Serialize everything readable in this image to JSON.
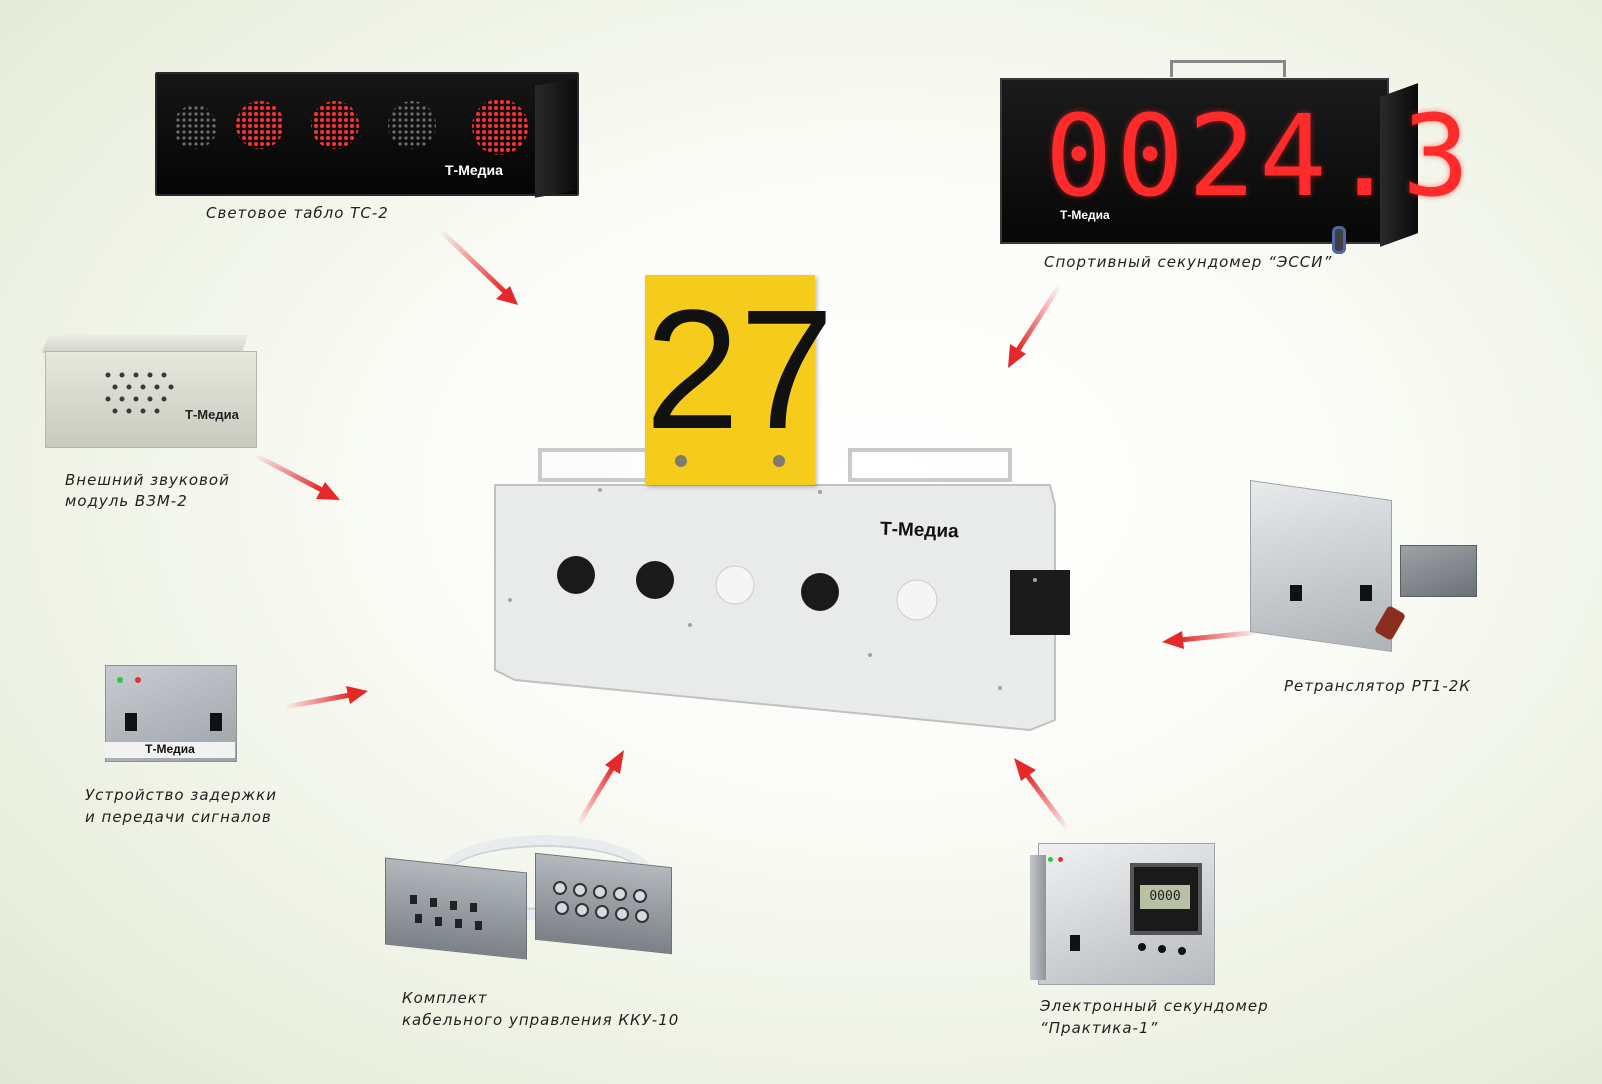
{
  "colors": {
    "arrow": "#e5282a",
    "led_red": "#ff2a2a",
    "sign_yellow": "#f5cc1c",
    "brand_text": "#111111"
  },
  "center_device": {
    "sign_number": "27",
    "brand": "Т-Медиа"
  },
  "devices": {
    "traffic_light": {
      "caption": "Световое табло ТС-2",
      "brand": "Т-Медиа"
    },
    "stopwatch_board": {
      "caption": "Спортивный секундомер “ЭССИ”",
      "brand": "Т-Медиа",
      "display": "0024.3"
    },
    "sound_module": {
      "caption_line1": "Внешний звуковой",
      "caption_line2": "модуль ВЗМ-2",
      "brand": "Т-Медиа"
    },
    "relay": {
      "caption": "Ретранслятор РТ1-2К"
    },
    "delay_device": {
      "caption_line1": "Устройство задержки",
      "caption_line2": "и передачи сигналов",
      "brand": "Т-Медиа"
    },
    "cable_kit": {
      "caption_line1": "Комплект",
      "caption_line2": "кабельного управления ККУ-10"
    },
    "electronic_stopwatch": {
      "caption_line1": "Электронный секундомер",
      "caption_line2": "“Практика-1”",
      "display": "0000"
    }
  }
}
